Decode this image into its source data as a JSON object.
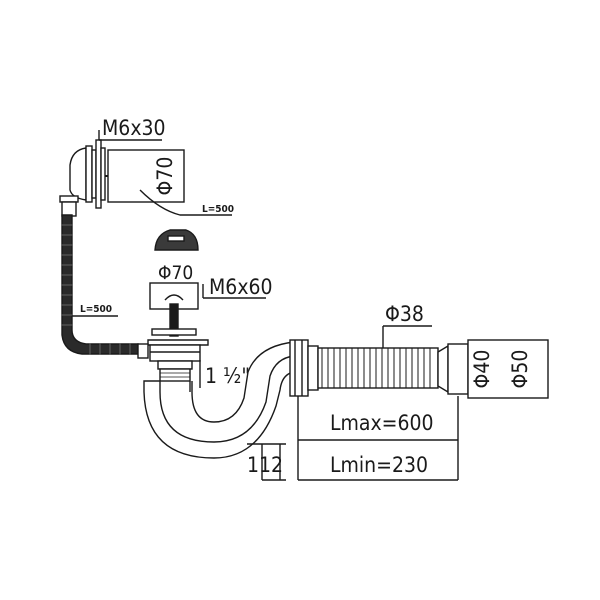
{
  "labels": {
    "overflow_screw": "M6x30",
    "overflow_diameter": "Φ70",
    "cable_top": "L=500",
    "drain_diameter": "Φ70",
    "drain_screw": "M6x60",
    "hose_left": "L=500",
    "hose_diameter": "Φ38",
    "thread": "1 ½\"",
    "outlet_inner": "Φ40",
    "outlet_outer": "Φ50",
    "length_max": "Lmax=600",
    "length_min": "Lmin=230",
    "height": "112"
  },
  "colors": {
    "line": "#1a1a1a",
    "fill_dark": "#3a3a3a",
    "fill_white": "#ffffff"
  }
}
